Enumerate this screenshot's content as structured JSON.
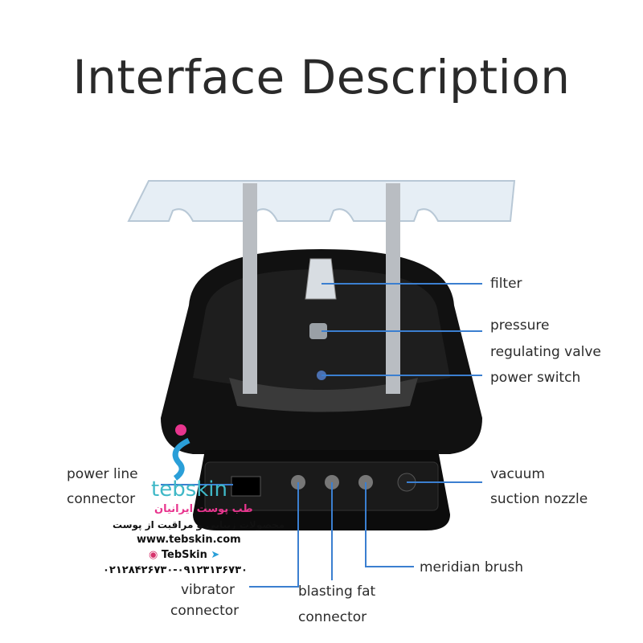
{
  "title": "Interface Description",
  "labels": {
    "filter": "filter",
    "pressure_1": "pressure",
    "pressure_2": "regulating valve",
    "power_switch": "power switch",
    "power_line_1": "power line",
    "power_line_2": "connector",
    "vacuum_1": "vacuum",
    "vacuum_2": "suction nozzle",
    "vibrator_1": "vibrator",
    "vibrator_2": "connector",
    "blasting_1": "blasting fat",
    "blasting_2": "connector",
    "meridian": "meridian brush"
  },
  "watermark": {
    "brand": "tebskin",
    "tagline": "طب پوست ایرانیان",
    "slogan": "محصولات زیبایی و مراقبت از پوست",
    "url": "www.tebskin.com",
    "handle": "TebSkin",
    "phones": "۰۲۱۲۸۴۲۶۷۳۰-۰۹۱۲۳۱۳۶۷۳۰"
  },
  "colors": {
    "leader": "#3b7fd0",
    "device": "#111111"
  }
}
